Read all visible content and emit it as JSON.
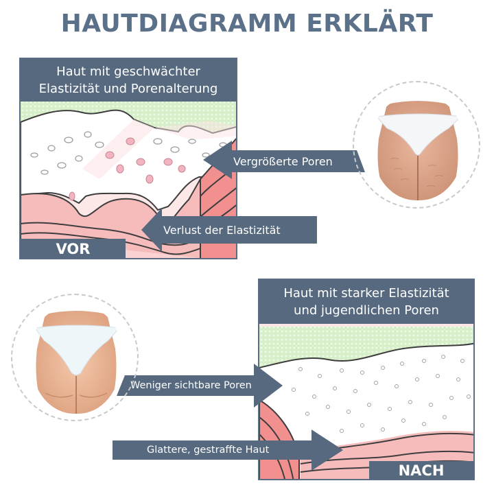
{
  "title": "HAUTDIAGRAMM ERKLÄRT",
  "colors": {
    "slate": "#56697f",
    "title": "#5b7089",
    "green_layer": "#d8f0cd",
    "pink_dermis": "#f6b9b9",
    "deep_pink": "#f28a8a",
    "pale_pink": "#fde8e8"
  },
  "before": {
    "caption_line1": "Haut mit geschwächter",
    "caption_line2": "Elastizität und Porenalterung",
    "stamp": "VOR",
    "arrows": [
      {
        "label": "Vergrößerte Poren",
        "direction": "left"
      },
      {
        "label": "Verlust der Elastizität",
        "direction": "left"
      }
    ],
    "photo": {
      "icon": "cellulite-buttocks-photo"
    }
  },
  "after": {
    "caption_line1": "Haut mit starker Elastizität",
    "caption_line2": "und jugendlichen Poren",
    "stamp": "NACH",
    "arrows": [
      {
        "label": "Weniger sichtbare Poren",
        "direction": "right"
      },
      {
        "label": "Glattere, gestraffte Haut",
        "direction": "right"
      }
    ],
    "photo": {
      "icon": "smooth-buttocks-photo"
    }
  }
}
